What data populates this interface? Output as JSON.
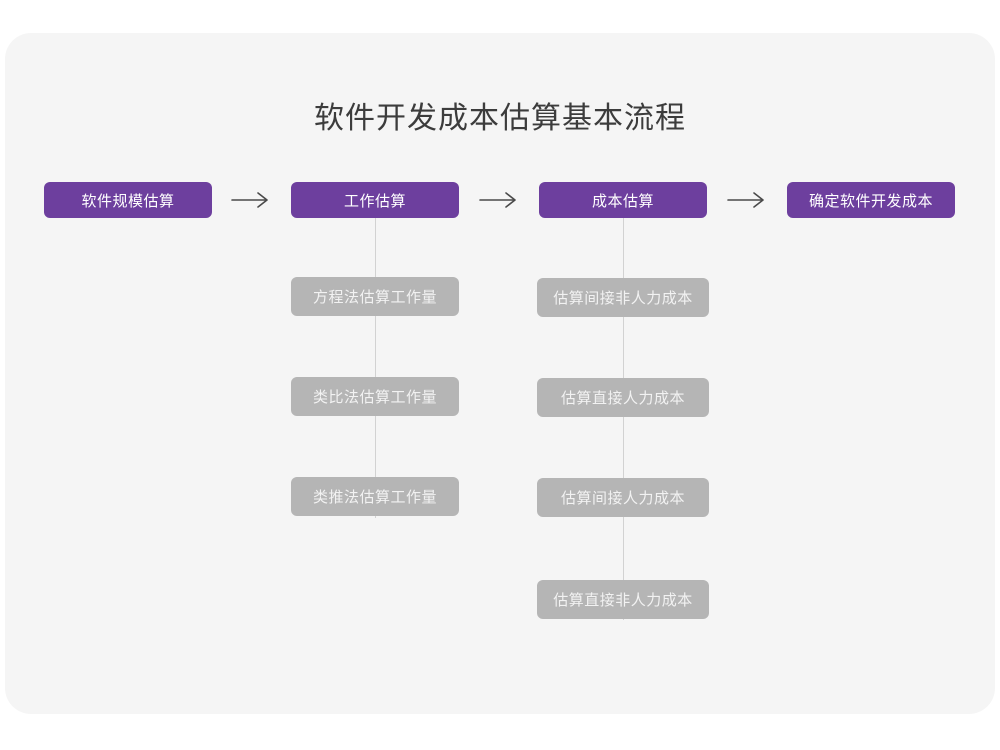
{
  "card": {
    "background": "#f5f5f5",
    "page_background": "#ffffff"
  },
  "title": "软件开发成本估算基本流程",
  "colors": {
    "primary": "#6d3f9e",
    "secondary": "#b5b5b5",
    "connector": "#d2d2d2",
    "title_text": "#3c3c3c",
    "primary_text": "#ffffff",
    "secondary_text": "#f2f2f2"
  },
  "flow": {
    "steps": [
      {
        "label": "软件规模估算"
      },
      {
        "label": "工作估算"
      },
      {
        "label": "成本估算"
      },
      {
        "label": "确定软件开发成本"
      }
    ],
    "arrows": [
      {
        "name": "arrow-1"
      },
      {
        "name": "arrow-2"
      },
      {
        "name": "arrow-3"
      }
    ]
  },
  "branches": [
    {
      "parent": "工作估算",
      "items": [
        {
          "label": "方程法估算工作量"
        },
        {
          "label": "类比法估算工作量"
        },
        {
          "label": "类推法估算工作量"
        }
      ]
    },
    {
      "parent": "成本估算",
      "items": [
        {
          "label": "估算间接非人力成本"
        },
        {
          "label": "估算直接人力成本"
        },
        {
          "label": "估算间接人力成本"
        },
        {
          "label": "估算直接非人力成本"
        }
      ]
    }
  ]
}
